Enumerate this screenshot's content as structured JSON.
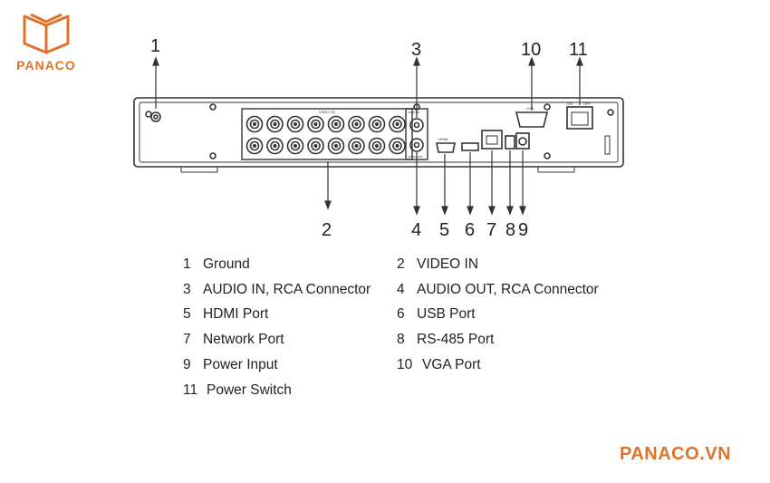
{
  "brand": {
    "logo_text": "PANACO",
    "site_text": "PANACO.VN",
    "color": "#e0732a"
  },
  "callouts": {
    "c1": "1",
    "c2": "2",
    "c3": "3",
    "c4": "4",
    "c5": "5",
    "c6": "6",
    "c7": "7",
    "c8": "8",
    "c9": "9",
    "c10": "10",
    "c11": "11"
  },
  "panel_labels": {
    "video_in": "VIDEO IN",
    "audio_in": "AUDIO IN",
    "audio_out": "AUDIO OUT",
    "hdmi": "HDMI",
    "vga": "VGA",
    "on": "ON",
    "off": "OFF"
  },
  "legend": [
    {
      "num": "1",
      "label": "Ground"
    },
    {
      "num": "2",
      "label": "VIDEO IN"
    },
    {
      "num": "3",
      "label": "AUDIO IN, RCA Connector"
    },
    {
      "num": "4",
      "label": "AUDIO OUT, RCA Connector"
    },
    {
      "num": "5",
      "label": "HDMI Port"
    },
    {
      "num": "6",
      "label": "USB Port"
    },
    {
      "num": "7",
      "label": "Network Port"
    },
    {
      "num": "8",
      "label": "RS-485 Port"
    },
    {
      "num": "9",
      "label": "Power Input"
    },
    {
      "num": "10",
      "label": "VGA Port"
    },
    {
      "num": "11",
      "label": "Power Switch"
    }
  ]
}
